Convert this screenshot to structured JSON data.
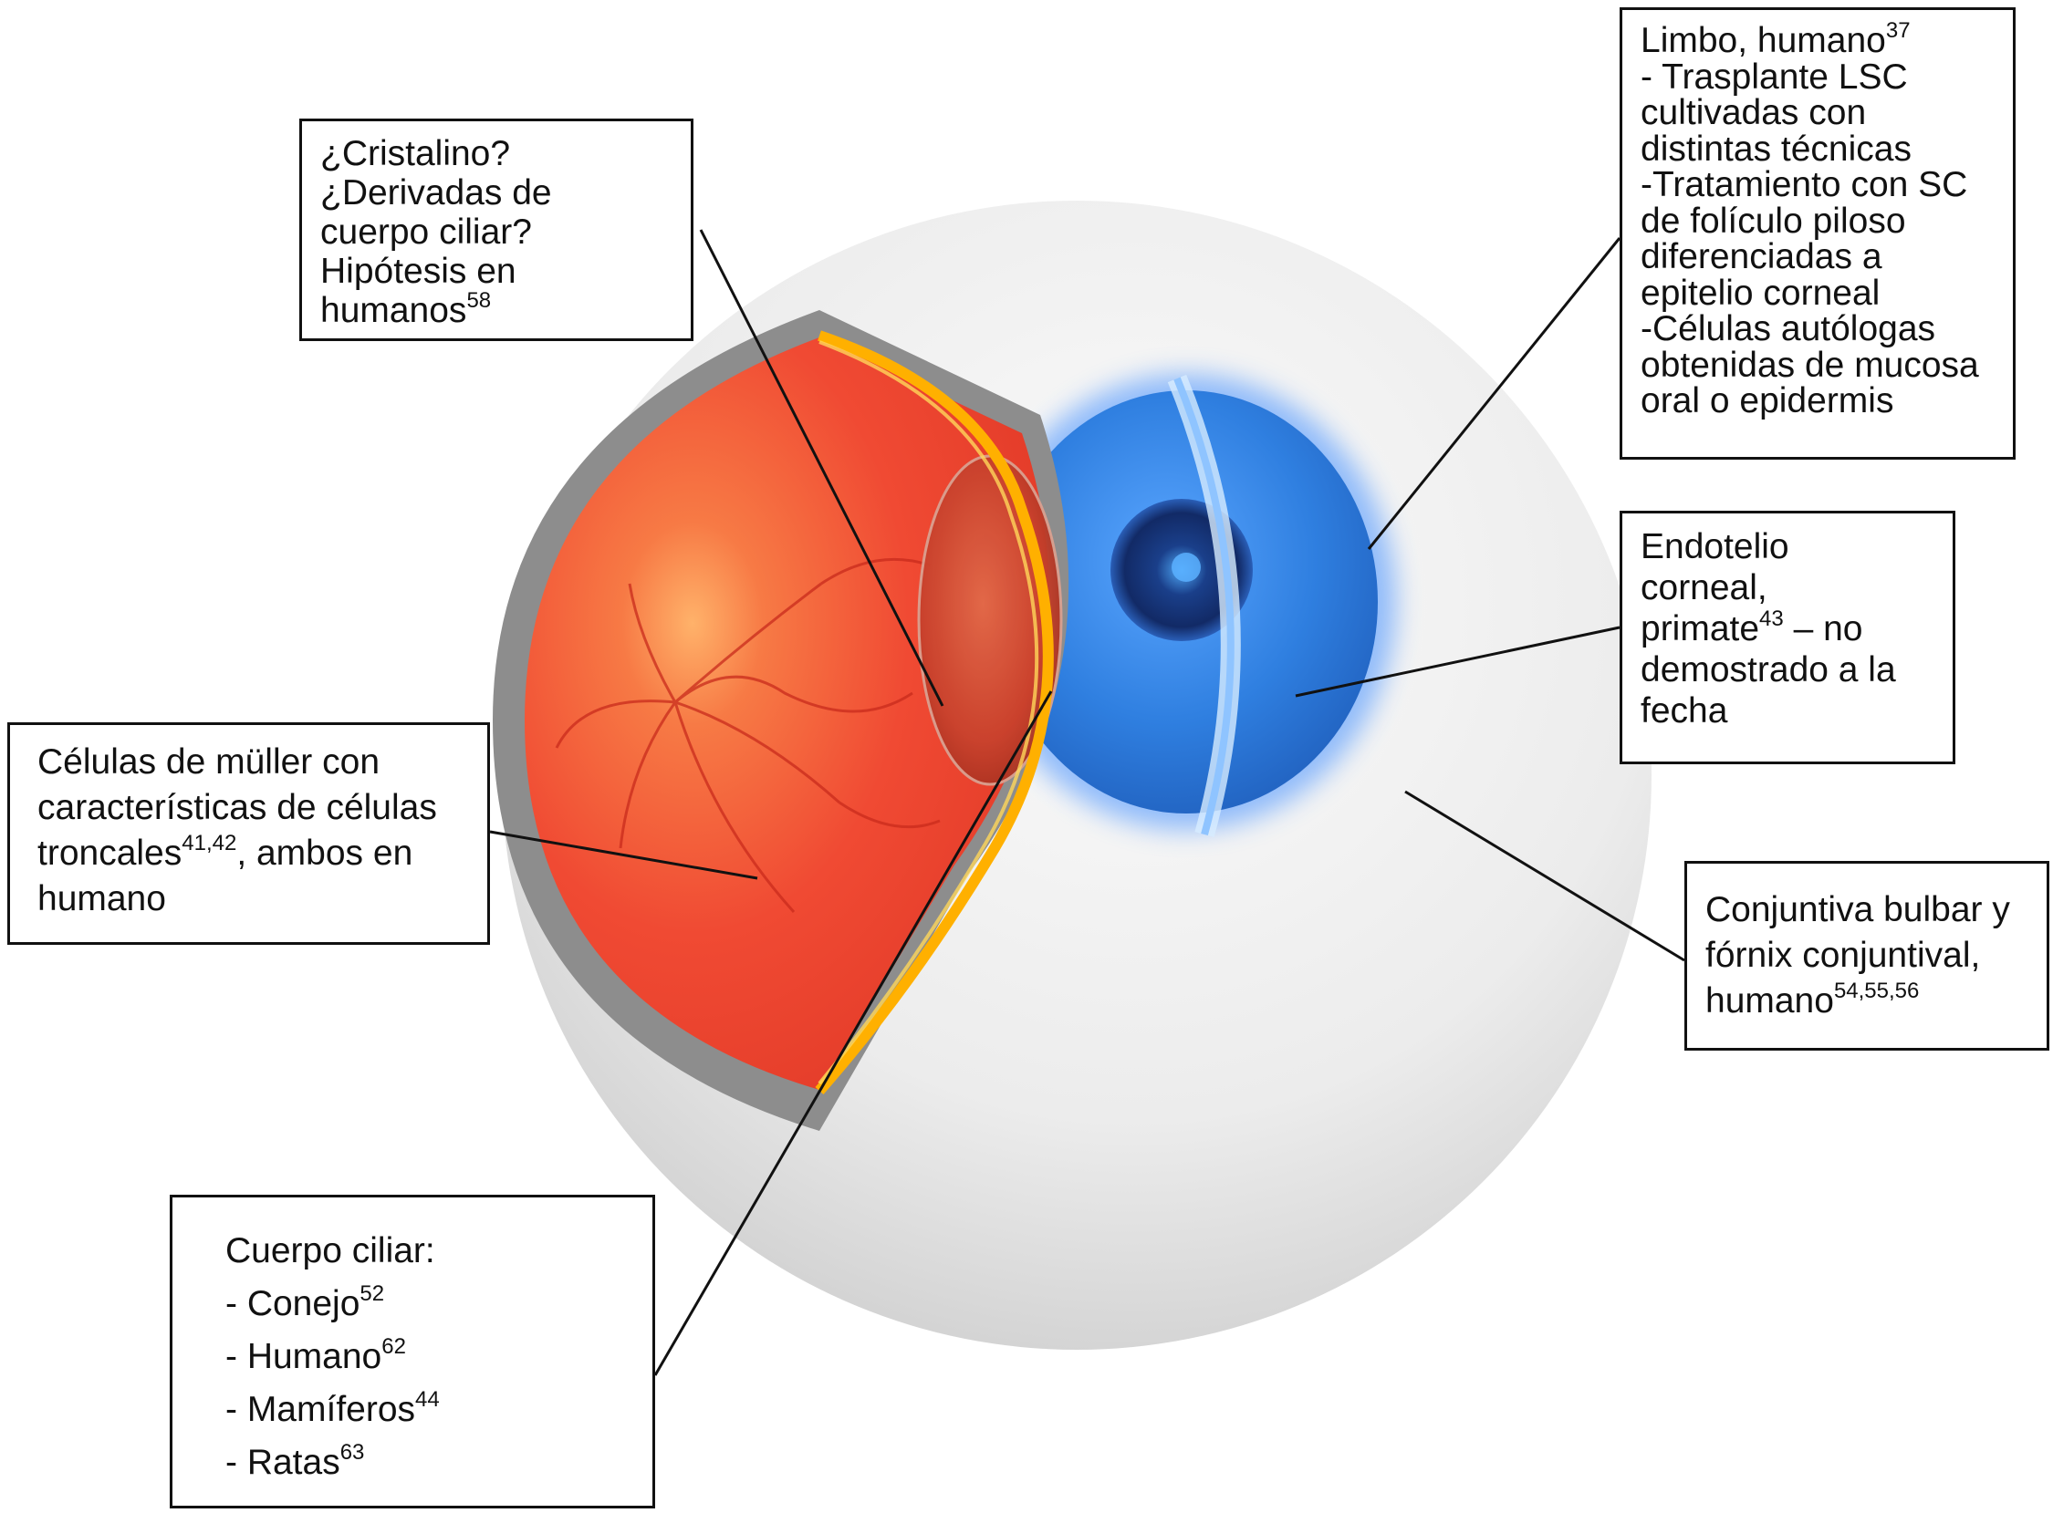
{
  "figure": {
    "colors": {
      "sclera": "#e9e9e9",
      "sclera_shade": "#bdbdbd",
      "retina": "#f04a33",
      "retina_light": "#ffb26a",
      "cornea": "#2f7fe0",
      "cornea_dark": "#1f4fa0",
      "lens": "#c9422d",
      "outline": "#111111"
    },
    "icons": [
      "eyeball-illustration",
      "retina-vessels",
      "cornea-iris",
      "crystalline-lens"
    ]
  },
  "callouts": {
    "cristalino": {
      "lines": [
        "¿Cristalino?",
        "¿Derivadas de",
        "cuerpo ciliar?",
        "Hipótesis en",
        "humanos"
      ],
      "sup": "58"
    },
    "limbo": {
      "title": "Limbo, humano",
      "title_sup": "37",
      "lines": [
        "- Trasplante LSC",
        "cultivadas con",
        "distintas técnicas",
        "-Tratamiento con SC",
        "de folículo piloso",
        "diferenciadas a",
        "epitelio corneal",
        "-Células autólogas",
        "obtenidas de mucosa",
        "oral o epidermis"
      ]
    },
    "endotelio": {
      "lines": [
        "Endotelio",
        "corneal,"
      ],
      "primate": "primate",
      "primate_sup": "43",
      "primate_rest": " – no",
      "tail": [
        "demostrado a la",
        "fecha"
      ]
    },
    "muller": {
      "line1": "Células de müller con",
      "line2": "características de células",
      "line3_a": "troncales",
      "line3_sup": "41,42",
      "line3_b": ", ambos en",
      "line4": "humano"
    },
    "conjuntiva": {
      "line1": "Conjuntiva bulbar y",
      "line2": "fórnix conjuntival,",
      "line3": "humano",
      "sup": "54,55,56"
    },
    "ciliar": {
      "title": "Cuerpo ciliar:",
      "items": [
        {
          "label": "- Conejo",
          "sup": "52"
        },
        {
          "label": "- Humano",
          "sup": "62"
        },
        {
          "label": "- Mamíferos",
          "sup": "44"
        },
        {
          "label": "- Ratas",
          "sup": "63"
        }
      ]
    }
  }
}
